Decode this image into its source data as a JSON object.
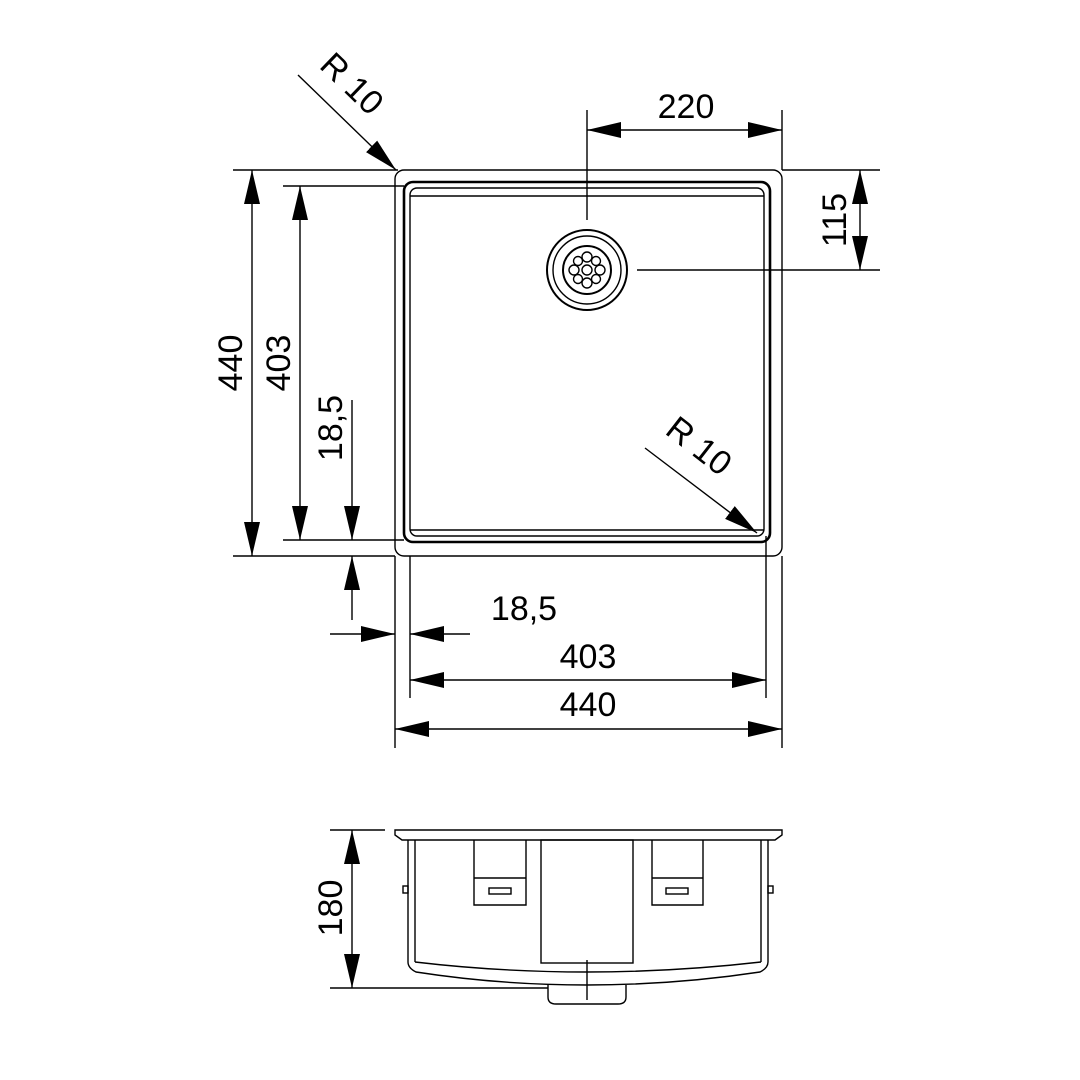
{
  "diagram": {
    "top_view": {
      "outer_width_label": "440",
      "outer_height_label": "440",
      "inner_width_label": "403",
      "inner_height_label": "403",
      "offset_bottom_label": "18,5",
      "offset_left_label": "18,5",
      "drain_from_right_label": "220",
      "drain_from_top_label": "115",
      "corner_radius_outer_label": "R  10",
      "corner_radius_inner_label": "R  10"
    },
    "side_view": {
      "depth_label": "180"
    }
  }
}
